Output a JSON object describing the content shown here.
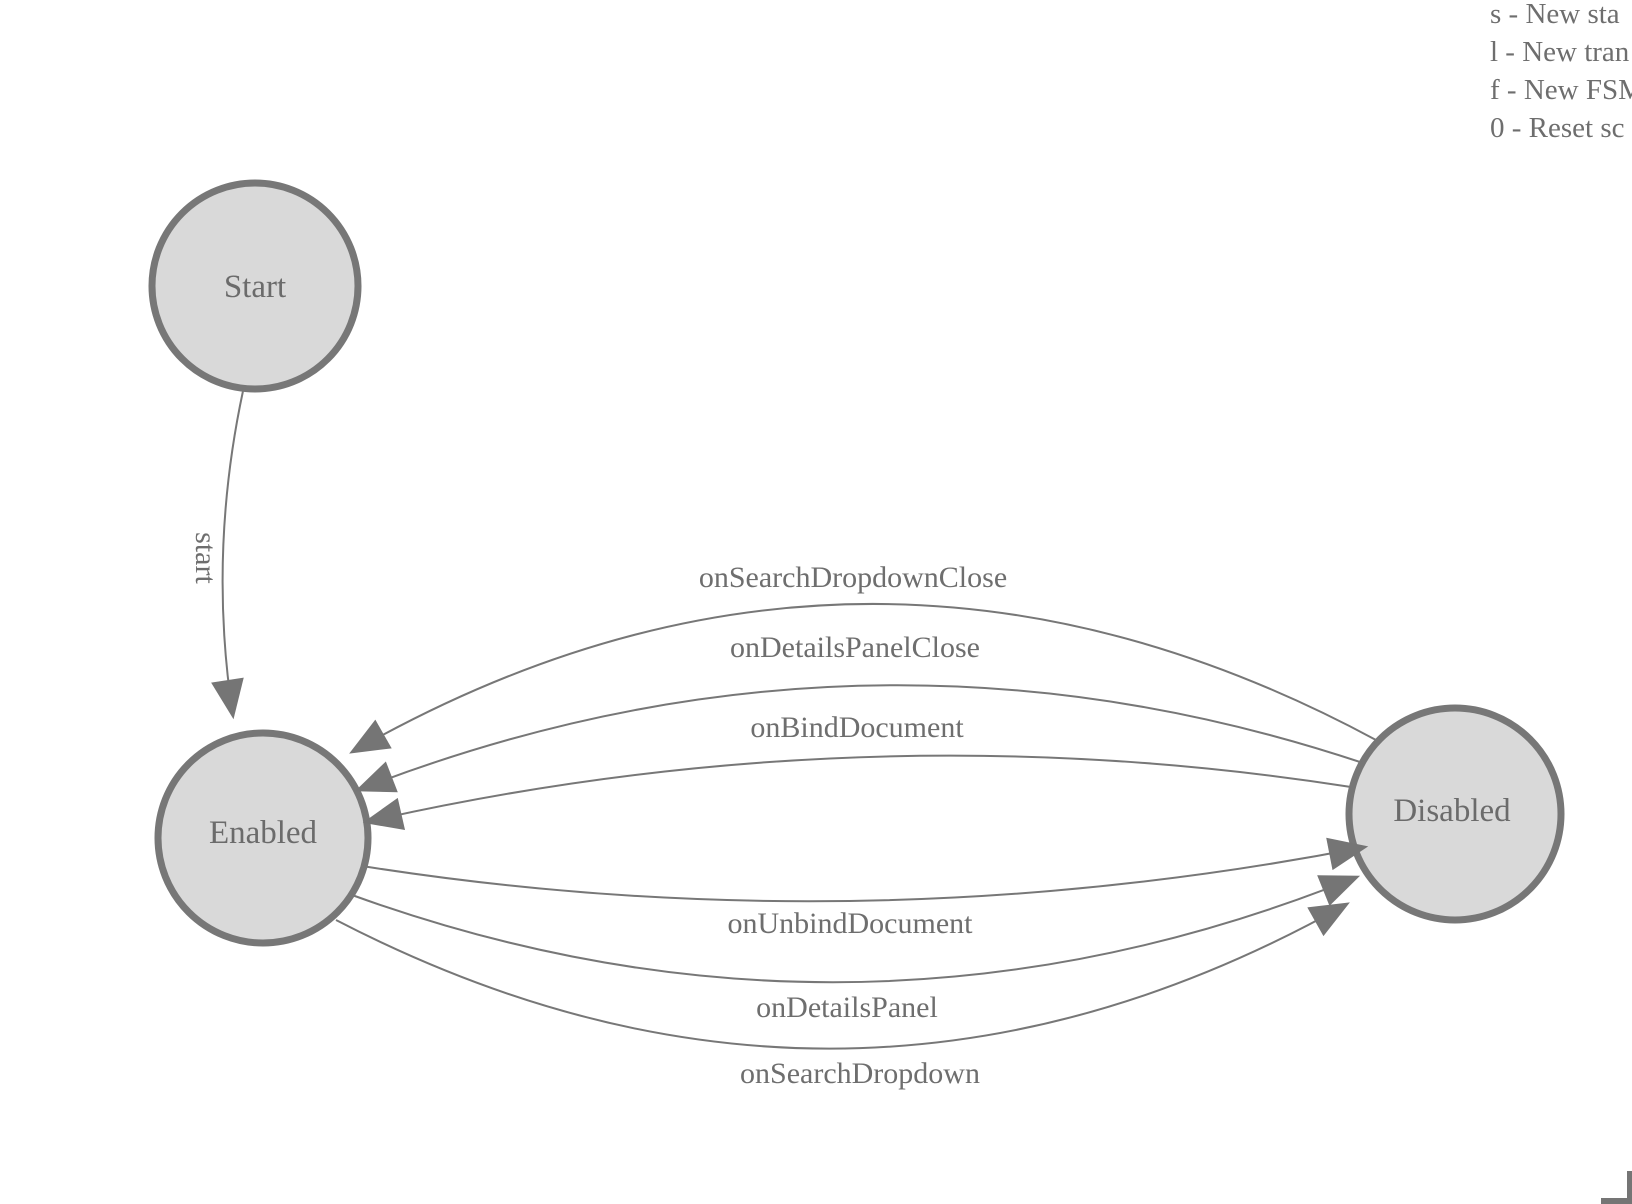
{
  "diagram": {
    "states": [
      {
        "label": "Start"
      },
      {
        "label": "Enabled"
      },
      {
        "label": "Disabled"
      }
    ],
    "transitions": [
      {
        "label": "start",
        "from": "Start",
        "to": "Enabled"
      },
      {
        "label": "onSearchDropdownClose",
        "from": "Disabled",
        "to": "Enabled"
      },
      {
        "label": "onDetailsPanelClose",
        "from": "Disabled",
        "to": "Enabled"
      },
      {
        "label": "onBindDocument",
        "from": "Disabled",
        "to": "Enabled"
      },
      {
        "label": "onUnbindDocument",
        "from": "Enabled",
        "to": "Disabled"
      },
      {
        "label": "onDetailsPanel",
        "from": "Enabled",
        "to": "Disabled"
      },
      {
        "label": "onSearchDropdown",
        "from": "Enabled",
        "to": "Disabled"
      }
    ]
  },
  "legend": {
    "lines": [
      "s - New sta",
      "l - New tran",
      "f - New FSM",
      "0 - Reset sc"
    ]
  },
  "colors": {
    "state_fill": "#d9d9d9",
    "state_stroke": "#777777",
    "edge_stroke": "#777777",
    "arrowhead": "#757575",
    "label_text": "#6e6e6e",
    "background": "#ffffff"
  }
}
